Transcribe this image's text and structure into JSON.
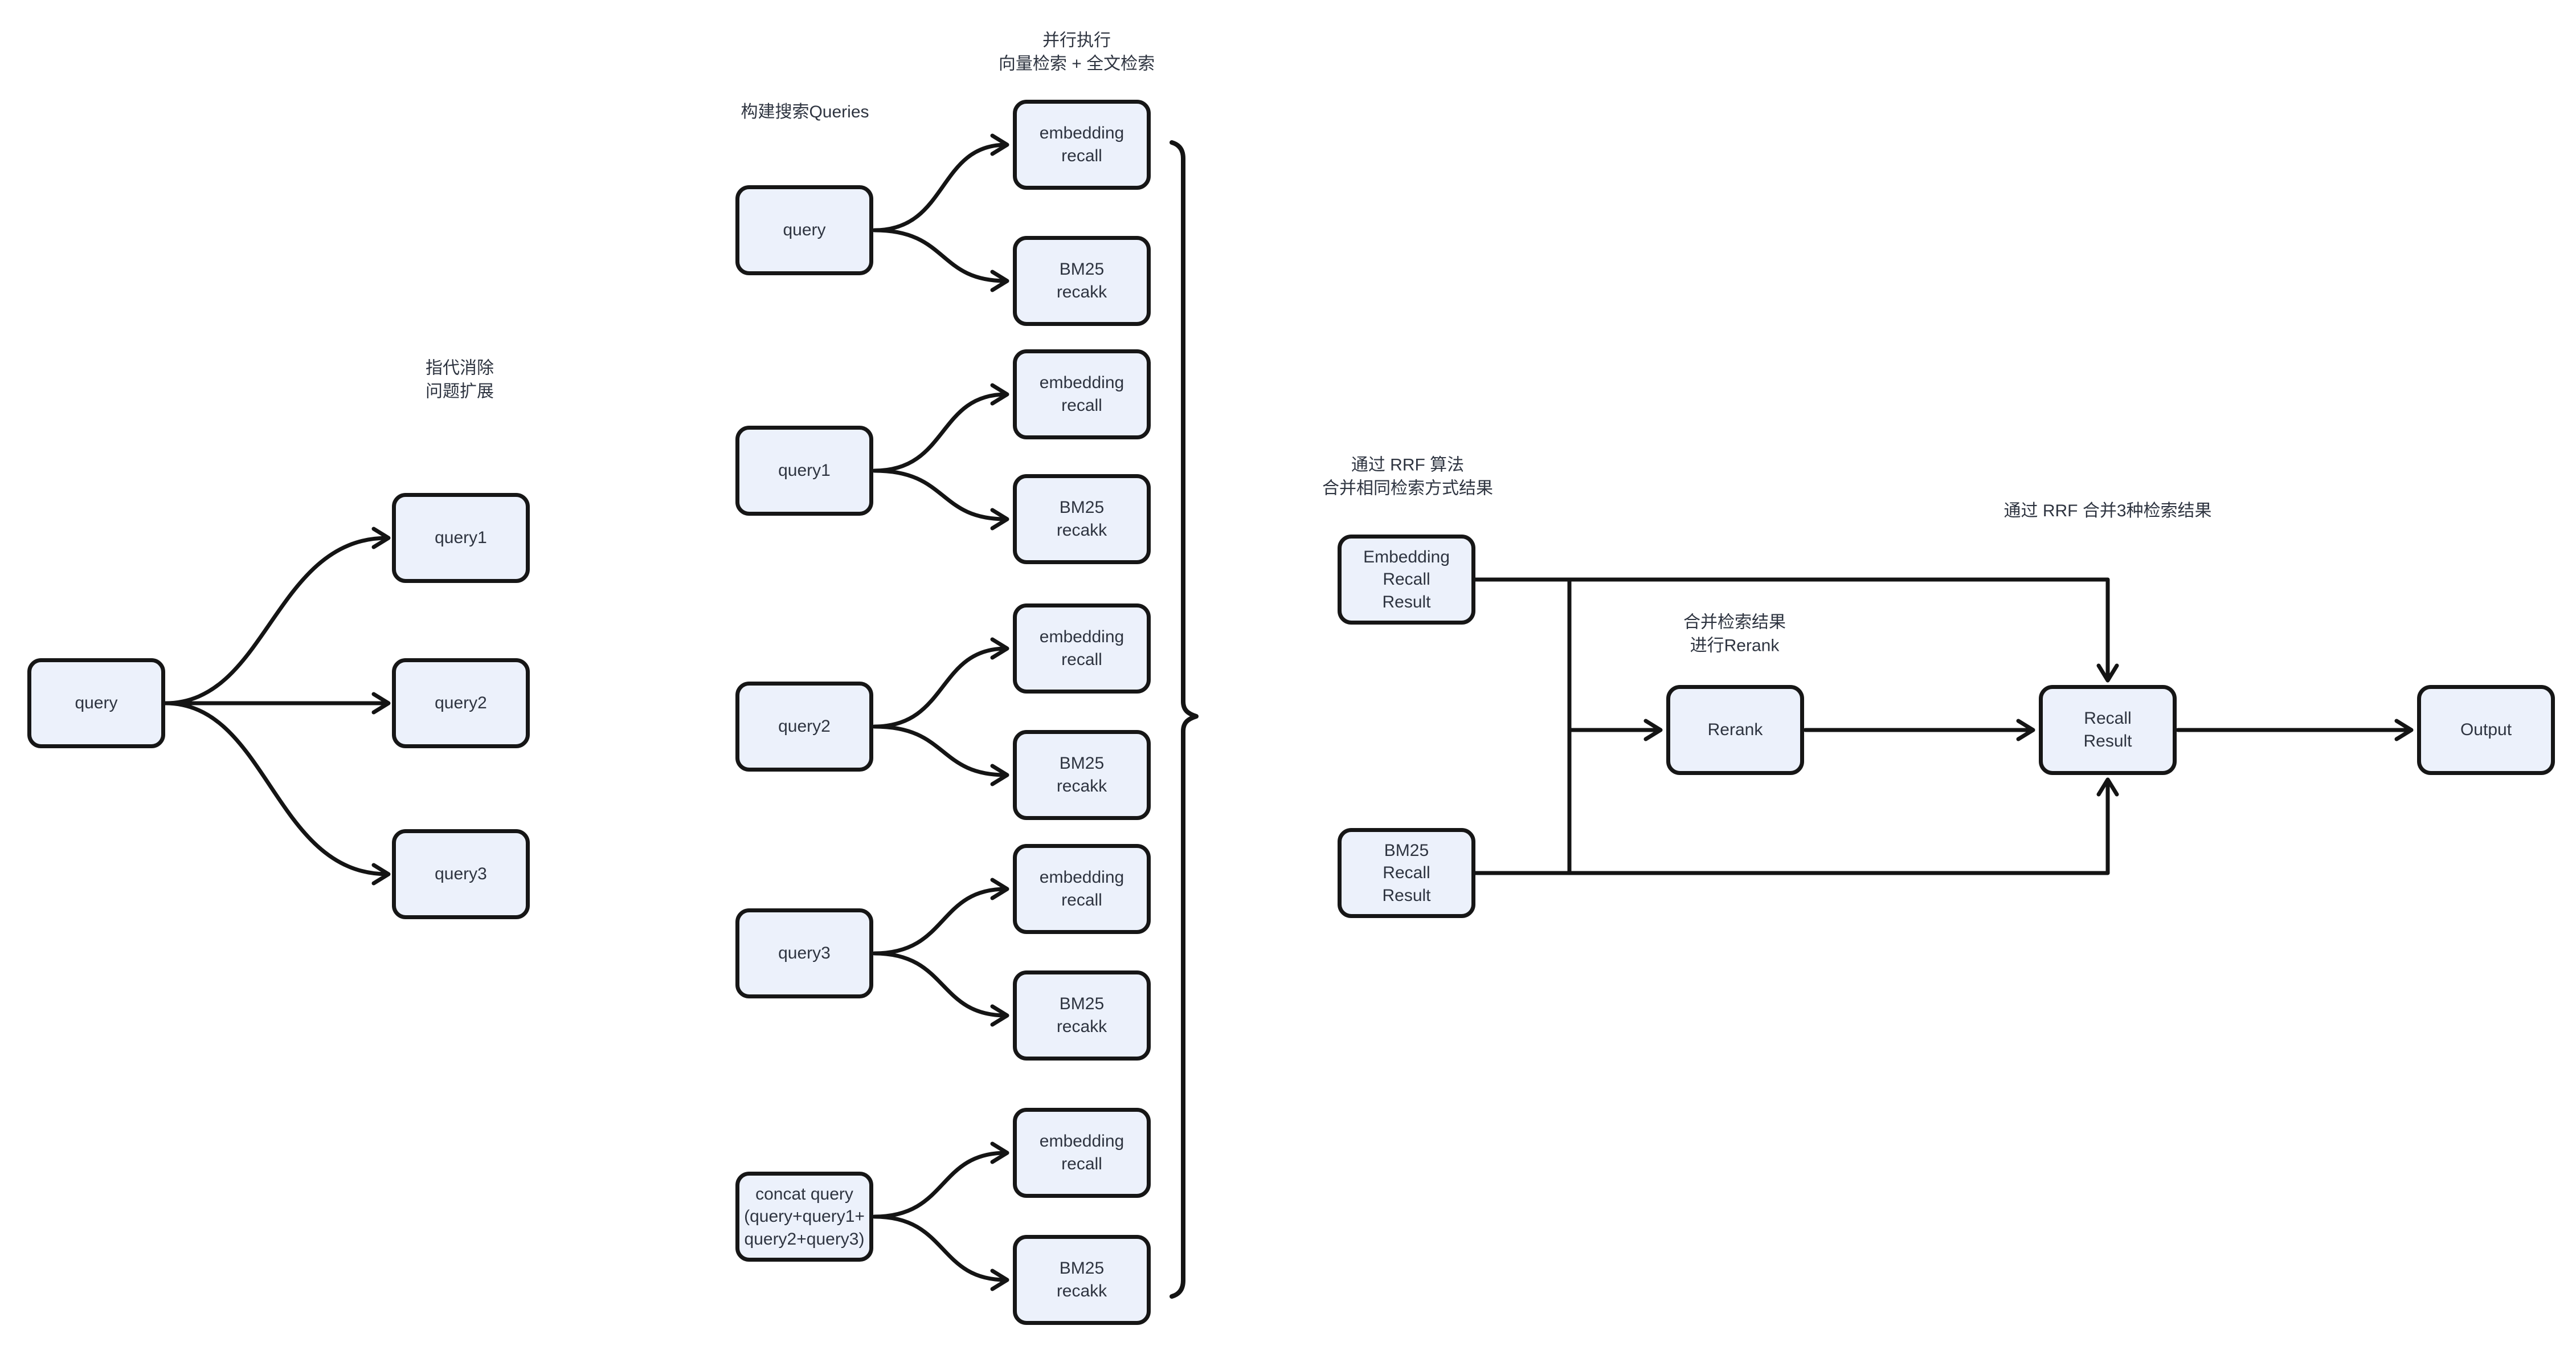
{
  "diagram": {
    "titles": {
      "parallel": "并行执行\n向量检索 + 全文检索",
      "build_queries": "构建搜索Queries",
      "coref_expand": "指代消除\n问题扩展",
      "rrf_same": "通过 RRF 算法\n合并相同检索方式结果",
      "rrf_merge3": "通过 RRF 合并3种检索结果",
      "rerank_note": "合并检索结果\n进行Rerank"
    },
    "nodes": {
      "query": "query",
      "query1": "query1",
      "query2": "query2",
      "query3": "query3",
      "concat_query": "concat query\n(query+query1+\nquery2+query3)",
      "embedding_recall": "embedding\nrecall",
      "bm25_recall": "BM25\nrecakk",
      "embedding_recall_result": "Embedding\nRecall\nResult",
      "bm25_recall_result": "BM25\nRecall\nResult",
      "rerank": "Rerank",
      "recall_result": "Recall\nResult",
      "output": "Output"
    },
    "colors": {
      "background": "#ffffff",
      "node_fill": "#ecf1fb",
      "node_border": "#161616",
      "edge": "#141414",
      "text": "#2e3440"
    }
  }
}
